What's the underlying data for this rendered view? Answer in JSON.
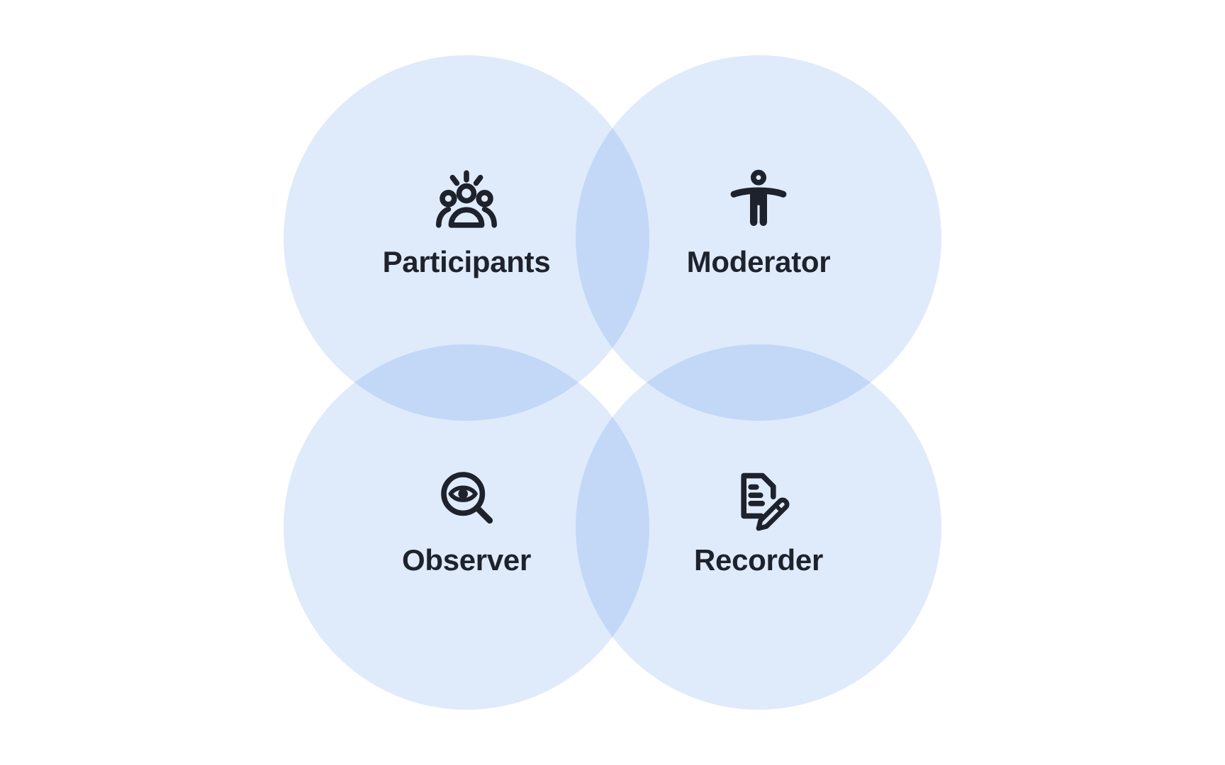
{
  "diagram": {
    "type": "venn-quad",
    "roles": [
      {
        "label": "Participants",
        "icon": "participants-group-icon",
        "position": "top-left"
      },
      {
        "label": "Moderator",
        "icon": "moderator-person-icon",
        "position": "top-right"
      },
      {
        "label": "Observer",
        "icon": "observer-eye-magnifier-icon",
        "position": "bottom-left"
      },
      {
        "label": "Recorder",
        "icon": "recorder-document-pencil-icon",
        "position": "bottom-right"
      }
    ]
  },
  "colors": {
    "background": "#ffffff",
    "circle_fill": "#dfebfb",
    "circle_overlap": "#c3d9f7",
    "icon_and_text": "#1e222c"
  }
}
